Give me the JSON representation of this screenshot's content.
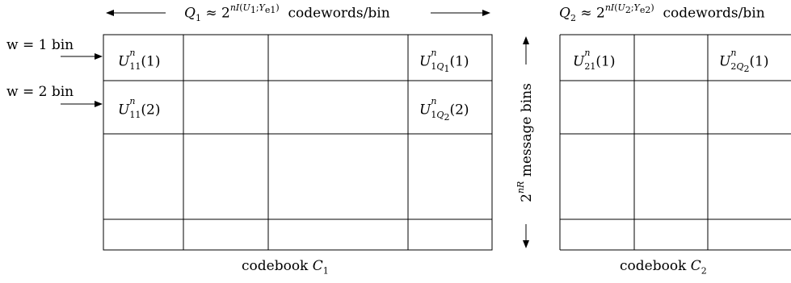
{
  "header": {
    "q1_prefix": "≈ 2",
    "q1_suffix": "codewords/bin",
    "q2_prefix": "≈ 2",
    "q2_suffix": "codewords/bin"
  },
  "bins": {
    "w1_label": "w = 1 bin",
    "w2_label": "w = 2 bin",
    "side_label": "message bins"
  },
  "codebooks": {
    "c1_word": "codebook",
    "c2_word": "codebook"
  },
  "cells": {
    "c1": [
      "U",
      "U",
      "U",
      "U"
    ],
    "c2": [
      "U",
      "U"
    ]
  }
}
